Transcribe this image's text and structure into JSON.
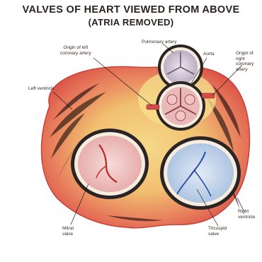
{
  "title_line_1": "VALVES OF HEART VIEWED FROM ABOVE",
  "title_line_2": "(ATRIA REMOVED)",
  "labels": {
    "pulmonary_artery": "Pulmonary artery",
    "origin_left_coronary": "Origin of left\ncoronary artery",
    "aorta": "Aorta",
    "origin_right_coronary": "Origin of\nright\ncoronary\nartery",
    "left_ventricle": "Left ventricle",
    "mitral_valve": "Mitral\nvalve",
    "tricuspid_valve": "Tricuspid\nvalve",
    "right_ventricle": "Right\nventricle"
  },
  "colors": {
    "myocardium": "#d9544a",
    "fat": "#f3d27a",
    "mitral_fill": "#f2c6c6",
    "tricuspid_fill": "#c9d8ec",
    "valve_ring": "#2a2424",
    "vessel": "#d94a4a"
  }
}
